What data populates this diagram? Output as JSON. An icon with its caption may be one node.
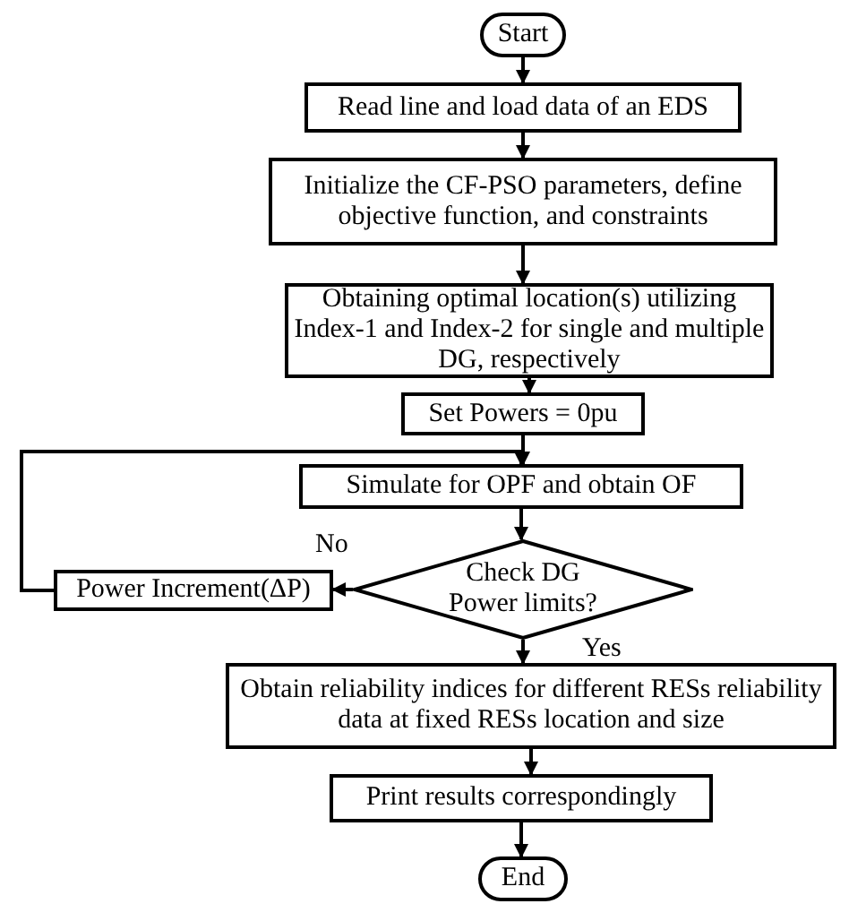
{
  "diagram": {
    "nodes": [
      {
        "text": [
          "Start"
        ]
      },
      {
        "text": [
          "Read line and load data of an EDS"
        ]
      },
      {
        "text": [
          "Initialize the CF-PSO parameters, define objective function, and constraints"
        ]
      },
      {
        "text": [
          "Obtaining optimal location(s) utilizing Index-1 and Index-2 for single and multiple DG, respectively"
        ]
      },
      {
        "text": [
          "Set Powers = 0pu"
        ]
      },
      {
        "text": [
          "Simulate for OPF and obtain OF"
        ]
      },
      {
        "text": [
          "Check DG Power limits?"
        ]
      },
      {
        "text": [
          "Power Increment(ΔP)"
        ]
      },
      {
        "text": [
          "Obtain reliability indices for different RESs reliability data at fixed RESs location and size"
        ]
      },
      {
        "text": [
          "Print results correspondingly"
        ]
      },
      {
        "text": [
          "End"
        ]
      }
    ],
    "edges": [
      {
        "from": 0,
        "to": 1,
        "arrow": "to"
      },
      {
        "from": 1,
        "to": 2,
        "arrow": "to"
      },
      {
        "from": 2,
        "to": 3,
        "arrow": "to"
      },
      {
        "from": 3,
        "to": 4,
        "arrow": "to"
      },
      {
        "from": 4,
        "to": 5,
        "arrow": "to"
      },
      {
        "from": 5,
        "to": 6,
        "arrow": "to"
      },
      {
        "from": 6,
        "to": 7,
        "arrow": "to",
        "label": "No"
      },
      {
        "from": 6,
        "to": 8,
        "arrow": "to",
        "label": "Yes"
      },
      {
        "from": 8,
        "to": 9,
        "arrow": "to"
      },
      {
        "from": 9,
        "to": 10,
        "arrow": "to"
      },
      {
        "from": 7,
        "to": 5,
        "arrow": "to"
      }
    ]
  }
}
